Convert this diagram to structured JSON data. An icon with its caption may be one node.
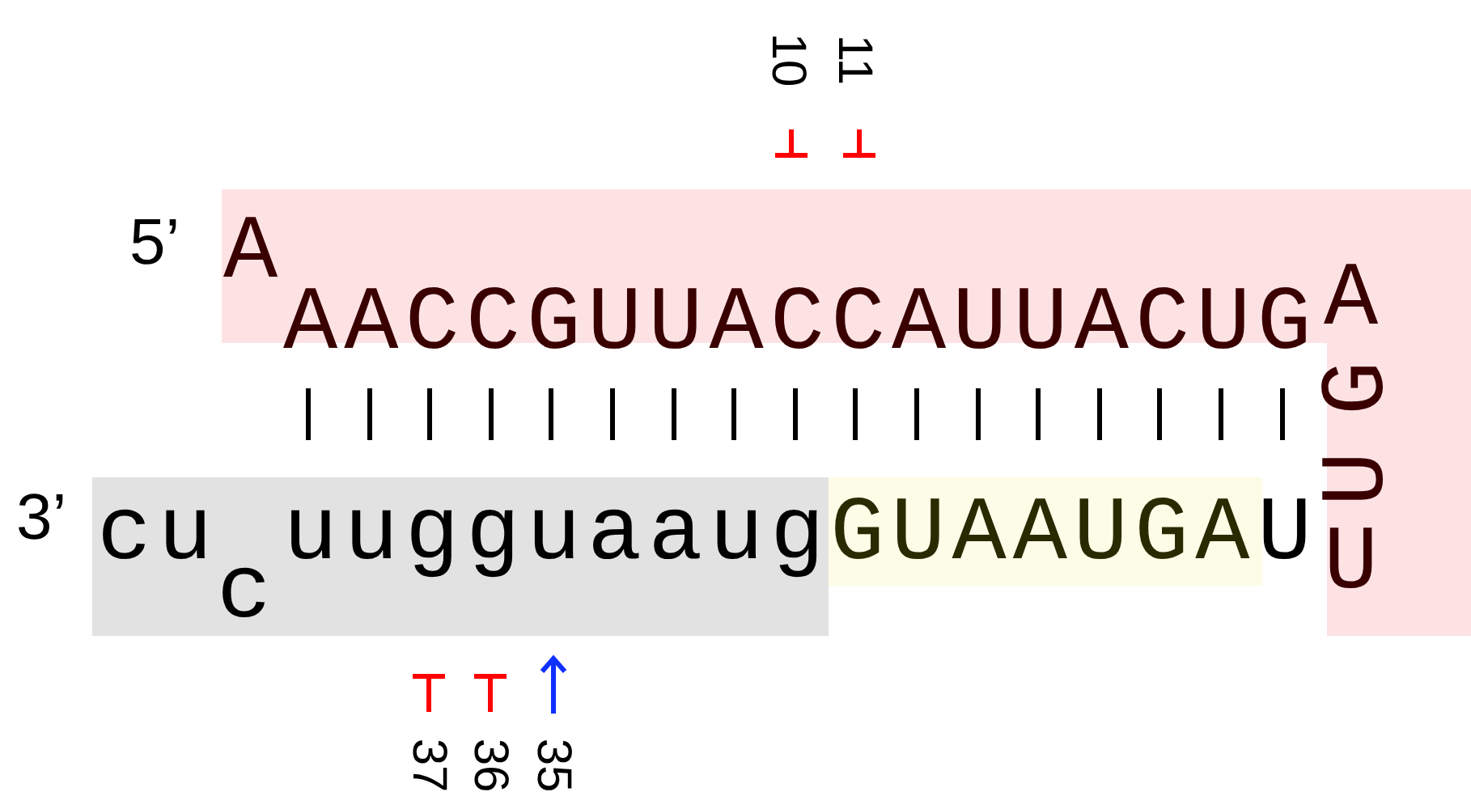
{
  "diagram": {
    "labels": [
      "10",
      "11",
      "5’",
      "A",
      "AACCGUUACCAUUACUG",
      "A",
      "G",
      "U",
      "3’",
      "cu",
      "uugguaaug",
      "GUAAUGA",
      "U",
      "U",
      "c",
      "37",
      "36",
      "35"
    ]
  }
}
